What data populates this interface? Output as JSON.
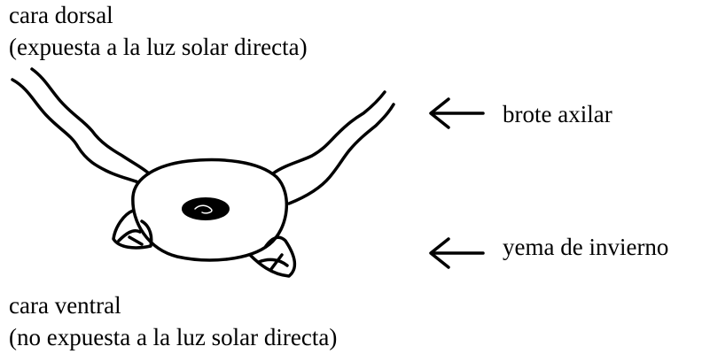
{
  "labels": {
    "dorsal_title": "cara dorsal",
    "dorsal_note": "(expuesta a la luz solar directa)",
    "ventral_title": "cara ventral",
    "ventral_note": "(no expuesta a la luz solar directa)",
    "axillary_bud": "brote axilar",
    "winter_bud": "yema de invierno"
  },
  "colors": {
    "ink": "#000000",
    "background": "#ffffff"
  }
}
